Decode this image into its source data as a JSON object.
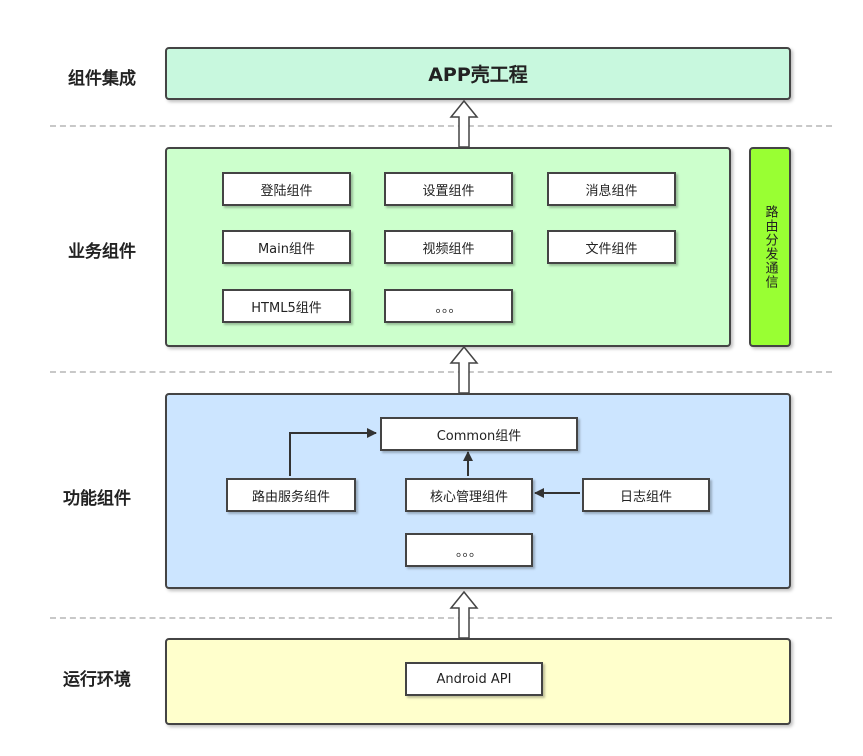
{
  "layers": {
    "integration": {
      "label": "组件集成",
      "app_shell": "APP壳工程"
    },
    "business": {
      "label": "业务组件",
      "components": [
        "登陆组件",
        "设置组件",
        "消息组件",
        "Main组件",
        "视频组件",
        "文件组件",
        "HTML5组件",
        "。。。"
      ],
      "router_comm": "路由分发通信"
    },
    "functional": {
      "label": "功能组件",
      "common": "Common组件",
      "router_service": "路由服务组件",
      "core_manager": "核心管理组件",
      "log": "日志组件",
      "more": "。。。"
    },
    "runtime": {
      "label": "运行环境",
      "android_api": "Android API"
    }
  },
  "colors": {
    "integration_fill": "#c8f8de",
    "business_fill": "#ccffcc",
    "functional_fill": "#cce5ff",
    "runtime_fill": "#ffffcc",
    "router_fill": "#99ff33"
  }
}
